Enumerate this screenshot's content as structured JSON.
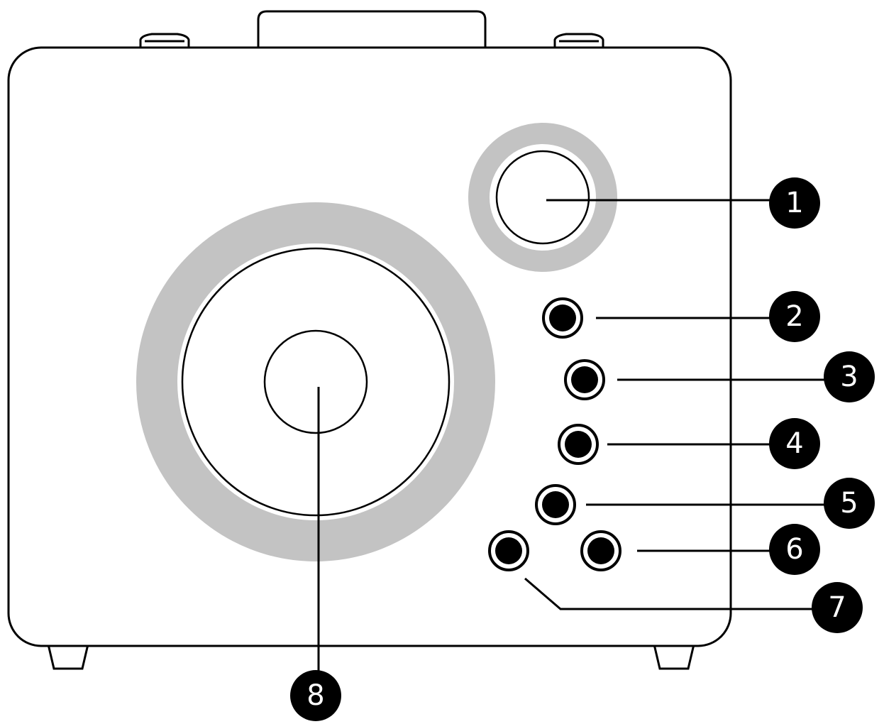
{
  "callouts": [
    {
      "id": "1",
      "label": "1"
    },
    {
      "id": "2",
      "label": "2"
    },
    {
      "id": "3",
      "label": "3"
    },
    {
      "id": "4",
      "label": "4"
    },
    {
      "id": "5",
      "label": "5"
    },
    {
      "id": "6",
      "label": "6"
    },
    {
      "id": "7",
      "label": "7"
    },
    {
      "id": "8",
      "label": "8"
    }
  ],
  "colors": {
    "outline": "#000000",
    "ring": "#c3c3c3",
    "callout_fill": "#000000",
    "callout_text": "#ffffff"
  }
}
